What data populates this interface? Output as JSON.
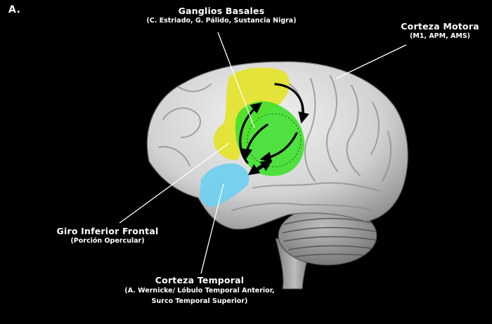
{
  "panel_label": "A.",
  "labels": {
    "basal_ganglia": {
      "title": "Ganglios Basales",
      "subtitle": "(C. Estriado, G. Pálido, Sustancia Nigra)"
    },
    "motor_cortex": {
      "title": "Corteza Motora",
      "subtitle": "(M1, APM, AMS)"
    },
    "inferior_frontal_gyrus": {
      "title": "Giro Inferior Frontal",
      "subtitle": "(Porción Opercular)"
    },
    "temporal_cortex": {
      "title": "Corteza Temporal",
      "subtitle_line1": "(A. Wernicke/ Lóbulo Temporal Anterior,",
      "subtitle_line2": "Surco Temporal Superior)"
    }
  },
  "region_colors": {
    "basal_ganglia": "#e3e32a",
    "motor_cortex": "#3ee02c",
    "temporal_cortex": "#6ecff0",
    "brain": "#dcdcdc",
    "background": "#000000"
  }
}
